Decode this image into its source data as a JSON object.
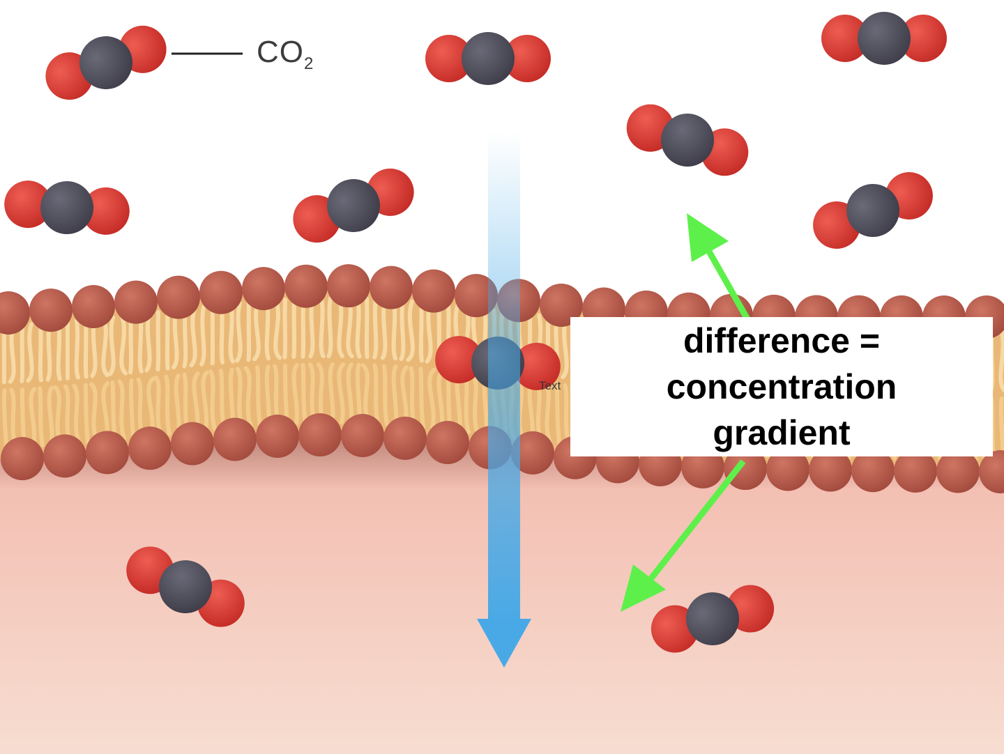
{
  "legend": {
    "formula_main": "CO",
    "formula_sub": "2"
  },
  "label": {
    "line1": "difference =",
    "line2": "concentration",
    "line3": "gradient"
  },
  "stray_text": "Text",
  "colors": {
    "oxygen": "#d63a32",
    "carbon": "#4b4a57",
    "phospholipid_head": "#b6584a",
    "tail": "#f1c98a",
    "pointer_arrow": "#5ef04a",
    "diffusion_arrow": "#49a9e6",
    "cytoplasm": "#f3c2b6"
  }
}
